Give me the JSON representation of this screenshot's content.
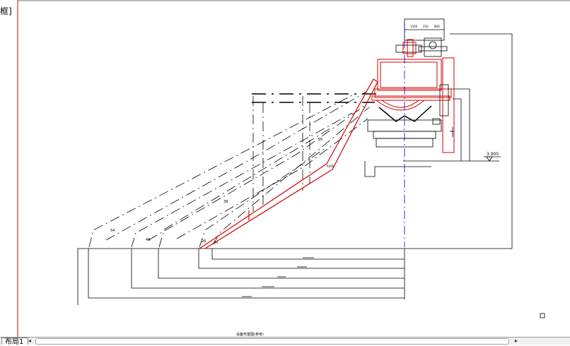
{
  "viewport": {
    "label": "框]"
  },
  "layout_tab": {
    "label": "布局1"
  },
  "drawing": {
    "title": "设备布置图(参考)",
    "top_dims": [
      "1500",
      "250",
      "800"
    ],
    "elevation_mark": "3.900",
    "leg_labels": [
      "54",
      "48",
      "38",
      "28",
      "20",
      "60"
    ],
    "radius_label": "R300",
    "dimension_lines": [
      "",
      "",
      "",
      ""
    ]
  },
  "scroll": {
    "left_arrow": "◂",
    "right_arrow": "▸"
  },
  "colors": {
    "red": "#d40000",
    "blue": "#0000c8",
    "ink": "#000000"
  }
}
